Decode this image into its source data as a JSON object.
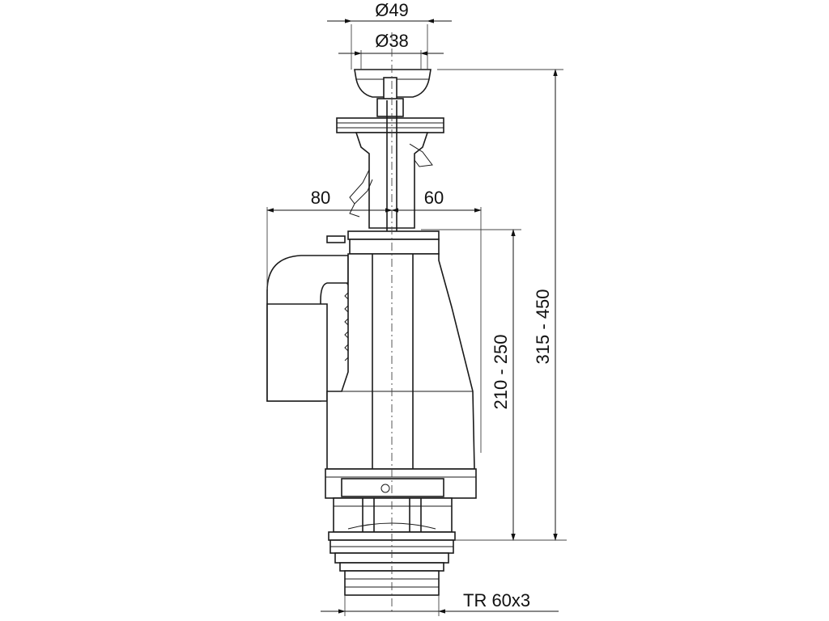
{
  "drawing": {
    "dimensions": {
      "top_outer_diameter": "Ø49",
      "top_inner_diameter": "Ø38",
      "left_offset": "80",
      "right_offset": "60",
      "overflow_height_range": "210 - 250",
      "total_height_range": "315 - 450",
      "thread": "TR 60x3"
    }
  },
  "colors": {
    "line": "#1a1a1a",
    "background": "#ffffff"
  }
}
